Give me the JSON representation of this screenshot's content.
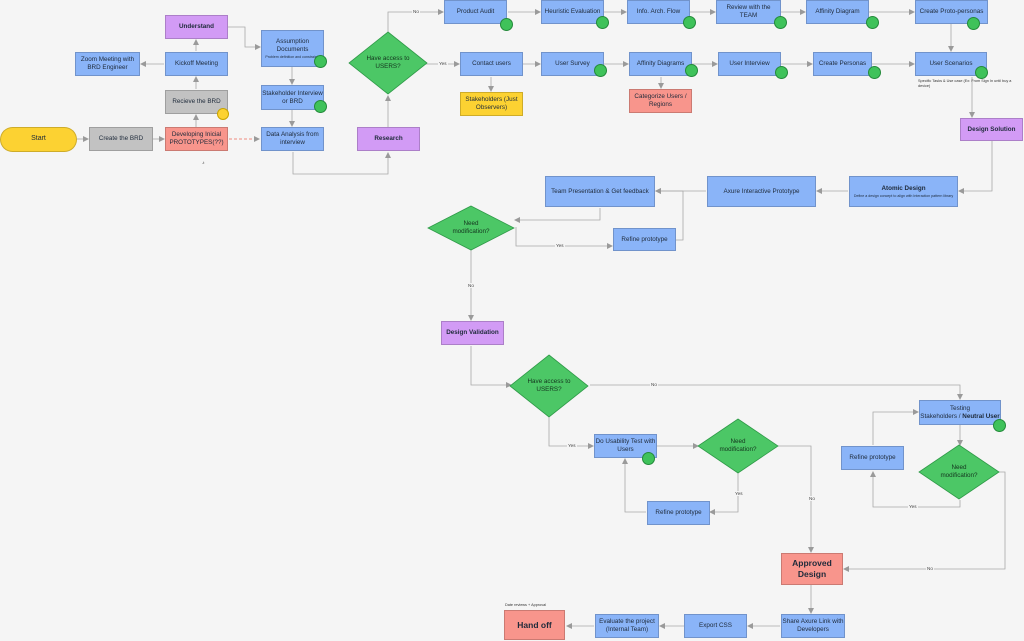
{
  "nodes": {
    "start": "Start",
    "create_brd": "Create the BRD",
    "developing": "Developing Inicial PROTOTYPES(??)",
    "receive_brd": "Recieve the BRD",
    "kickoff": "Kickoff Meeting",
    "understand": "Understand",
    "zoom": "Zoom Meeting with BRD Engineer",
    "assumption_title": "Assumption Documents",
    "assumption_sub": "Problem definition and constraints",
    "stakeholder_interview": "Stakeholder Interview or BRD",
    "data_analysis": "Data Analysis from interview",
    "research": "Research",
    "have_access_1": "Have access to USERS?",
    "product_audit": "Product Audit",
    "heuristic": "Heuristic Evaluation",
    "info_arch": "Info.  Arch.  Flow",
    "review_team": "Review with the TEAM",
    "affinity_diagram": "Affinity Diagram",
    "proto_personas": "Create Proto-personas",
    "contact_users": "Contact users",
    "user_survey": "User Survey",
    "affinity_diagrams": "Affinity Diagrams",
    "user_interview": "User Interview",
    "create_personas": "Create Personas",
    "user_scenarios": "User Scenarios",
    "stakeholders_observers": "Stakeholders (Just Observers)",
    "categorize": "Categorize Users / Regions",
    "design_solution": "Design Solution",
    "atomic_title": "Atomic Design",
    "atomic_sub": "Define a design concept to align with Interaction pattern library",
    "axure_proto": "Axure Interactive Prototype",
    "team_presentation": "Team Presentation & Get feedback",
    "need_mod_1": "Need modification?",
    "refine_1": "Refine prototype",
    "design_validation": "Design Validation",
    "have_access_2": "Have access to USERS?",
    "usability_test": "Do Usability Test with Users",
    "need_mod_2": "Need modification?",
    "refine_2": "Refine prototype",
    "testing_a": "Testing",
    "testing_b": "Stakeholders / ",
    "testing_c": "Neutral User",
    "refine_3": "Refine prototype",
    "need_mod_3": "Need modification?",
    "approved": "Approved Design",
    "share_axure": "Share Axure Link with Developers",
    "export_css": "Export CSS",
    "evaluate": "Evaluate the project (Internal Team)",
    "handoff": "Hand off"
  },
  "edge_labels": {
    "no": "No",
    "yes": "Yes"
  },
  "notes": {
    "scenario_note": "Specific Tasks & Use case (Ex: From Sign In until buy a device)",
    "handoff_note": "Date reviews + Approval",
    "stray": "-t"
  },
  "colors": {
    "process": "#8ab4f8",
    "phase": "#d29bf5",
    "decision": "#4cc766",
    "done_marker": "#3fc25a",
    "highlight": "#f8958c",
    "terminal": "#fcd232",
    "pending": "#c2c2c2"
  }
}
